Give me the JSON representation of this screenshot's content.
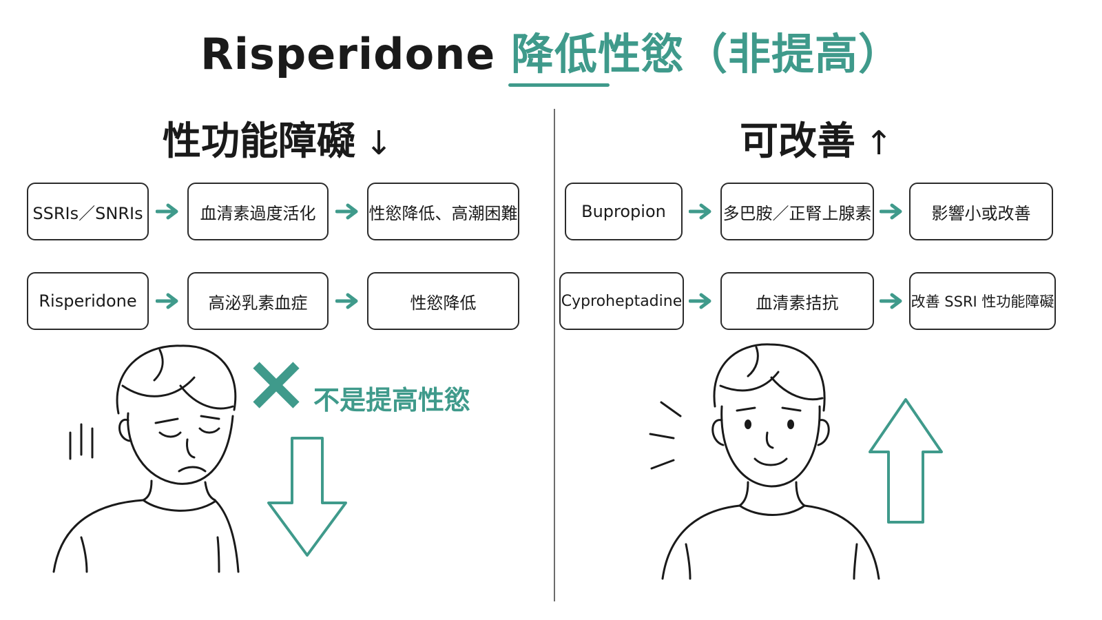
{
  "title": {
    "main": "Risperidone",
    "accent": "降低性慾（非提高）"
  },
  "left": {
    "heading": "性功能障礙",
    "heading_arrow": "↓",
    "rows": [
      [
        "SSRIs／SNRIs",
        "血清素過度活化",
        "性慾降低、高潮困難"
      ],
      [
        "Risperidone",
        "高泌乳素血症",
        "性慾降低"
      ]
    ],
    "annotation": "不是提高性慾"
  },
  "right": {
    "heading": "可改善",
    "heading_arrow": "↑",
    "rows": [
      [
        "Bupropion",
        "多巴胺／正腎上腺素",
        "影響小或改善"
      ],
      [
        "Cyproheptadine",
        "血清素拮抗",
        "改善 SSRI 性功能障礙"
      ]
    ]
  },
  "colors": {
    "accent": "#3f9a8b",
    "line": "#2a2a2a",
    "divider": "#6b6b6b"
  },
  "icons": [
    "right-arrow-icon",
    "cross-icon",
    "down-arrow-icon",
    "up-arrow-icon"
  ]
}
